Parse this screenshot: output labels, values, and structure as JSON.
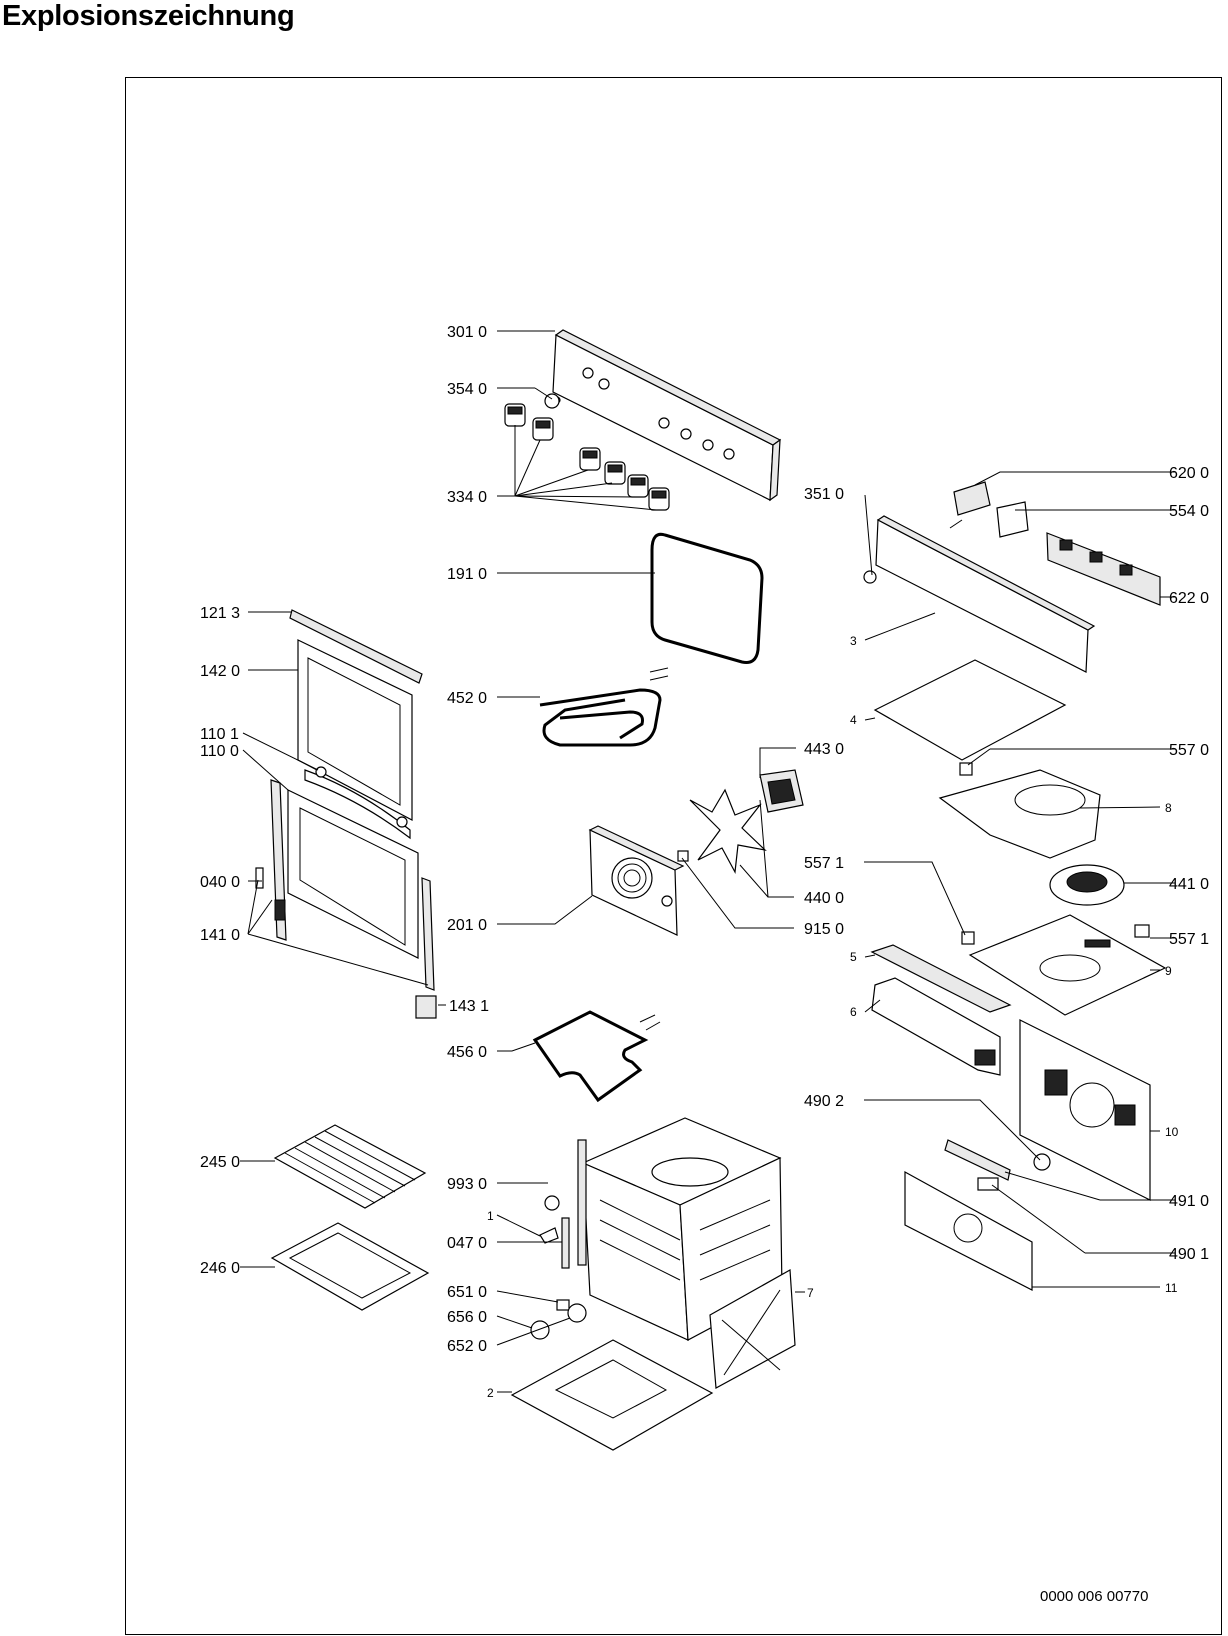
{
  "title": "Explosionszeichnung",
  "document_number": "0000 006 00770",
  "callouts": [
    {
      "id": "c-3010",
      "text": "301 0"
    },
    {
      "id": "c-3540",
      "text": "354 0"
    },
    {
      "id": "c-3340",
      "text": "334 0"
    },
    {
      "id": "c-1910",
      "text": "191 0"
    },
    {
      "id": "c-1213",
      "text": "121 3"
    },
    {
      "id": "c-1420",
      "text": "142 0"
    },
    {
      "id": "c-4520",
      "text": "452 0"
    },
    {
      "id": "c-1101",
      "text": "110 1"
    },
    {
      "id": "c-1100",
      "text": "110 0"
    },
    {
      "id": "c-0400",
      "text": "040 0"
    },
    {
      "id": "c-1410",
      "text": "141 0"
    },
    {
      "id": "c-2010",
      "text": "201 0"
    },
    {
      "id": "c-1431",
      "text": "143 1"
    },
    {
      "id": "c-4560",
      "text": "456 0"
    },
    {
      "id": "c-2450",
      "text": "245 0"
    },
    {
      "id": "c-2460",
      "text": "246 0"
    },
    {
      "id": "c-9930",
      "text": "993 0"
    },
    {
      "id": "c-1",
      "text": "1"
    },
    {
      "id": "c-0470",
      "text": "047 0"
    },
    {
      "id": "c-6510",
      "text": "651 0"
    },
    {
      "id": "c-6560",
      "text": "656 0"
    },
    {
      "id": "c-6520",
      "text": "652 0"
    },
    {
      "id": "c-2",
      "text": "2"
    },
    {
      "id": "c-7",
      "text": "7"
    },
    {
      "id": "c-4430",
      "text": "443 0"
    },
    {
      "id": "c-4400",
      "text": "440 0"
    },
    {
      "id": "c-9150",
      "text": "915 0"
    },
    {
      "id": "c-5571a",
      "text": "557 1"
    },
    {
      "id": "c-3510",
      "text": "351 0"
    },
    {
      "id": "c-3",
      "text": "3"
    },
    {
      "id": "c-4",
      "text": "4"
    },
    {
      "id": "c-5",
      "text": "5"
    },
    {
      "id": "c-6",
      "text": "6"
    },
    {
      "id": "c-4902",
      "text": "490 2"
    },
    {
      "id": "c-6200",
      "text": "620 0"
    },
    {
      "id": "c-5540",
      "text": "554 0"
    },
    {
      "id": "c-6220",
      "text": "622 0"
    },
    {
      "id": "c-5570",
      "text": "557 0"
    },
    {
      "id": "c-8",
      "text": "8"
    },
    {
      "id": "c-4410",
      "text": "441 0"
    },
    {
      "id": "c-5571b",
      "text": "557 1"
    },
    {
      "id": "c-9",
      "text": "9"
    },
    {
      "id": "c-10",
      "text": "10"
    },
    {
      "id": "c-4910",
      "text": "491 0"
    },
    {
      "id": "c-4901",
      "text": "490 1"
    },
    {
      "id": "c-11",
      "text": "11"
    }
  ]
}
